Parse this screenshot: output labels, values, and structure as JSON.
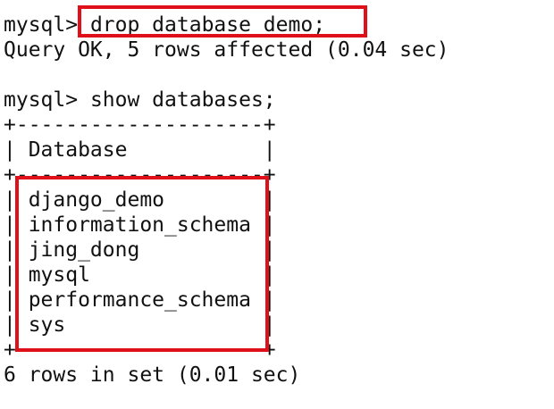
{
  "terminal": {
    "drop_prompt": "mysql>",
    "drop_command": " drop database demo;",
    "drop_result": "Query OK, 5 rows affected (0.04 sec)",
    "show_prompt": "mysql>",
    "show_command": " show databases;",
    "table_border": "+--------------------+",
    "table_header": "| Database           |",
    "table_rows": [
      "| django_demo        |",
      "| information_schema |",
      "| jing_dong          |",
      "| mysql              |",
      "| performance_schema |",
      "| sys                |"
    ],
    "result_footer": "6 rows in set (0.01 sec)"
  },
  "colors": {
    "highlight": "#e0101b",
    "text": "#111111",
    "background": "#ffffff"
  }
}
